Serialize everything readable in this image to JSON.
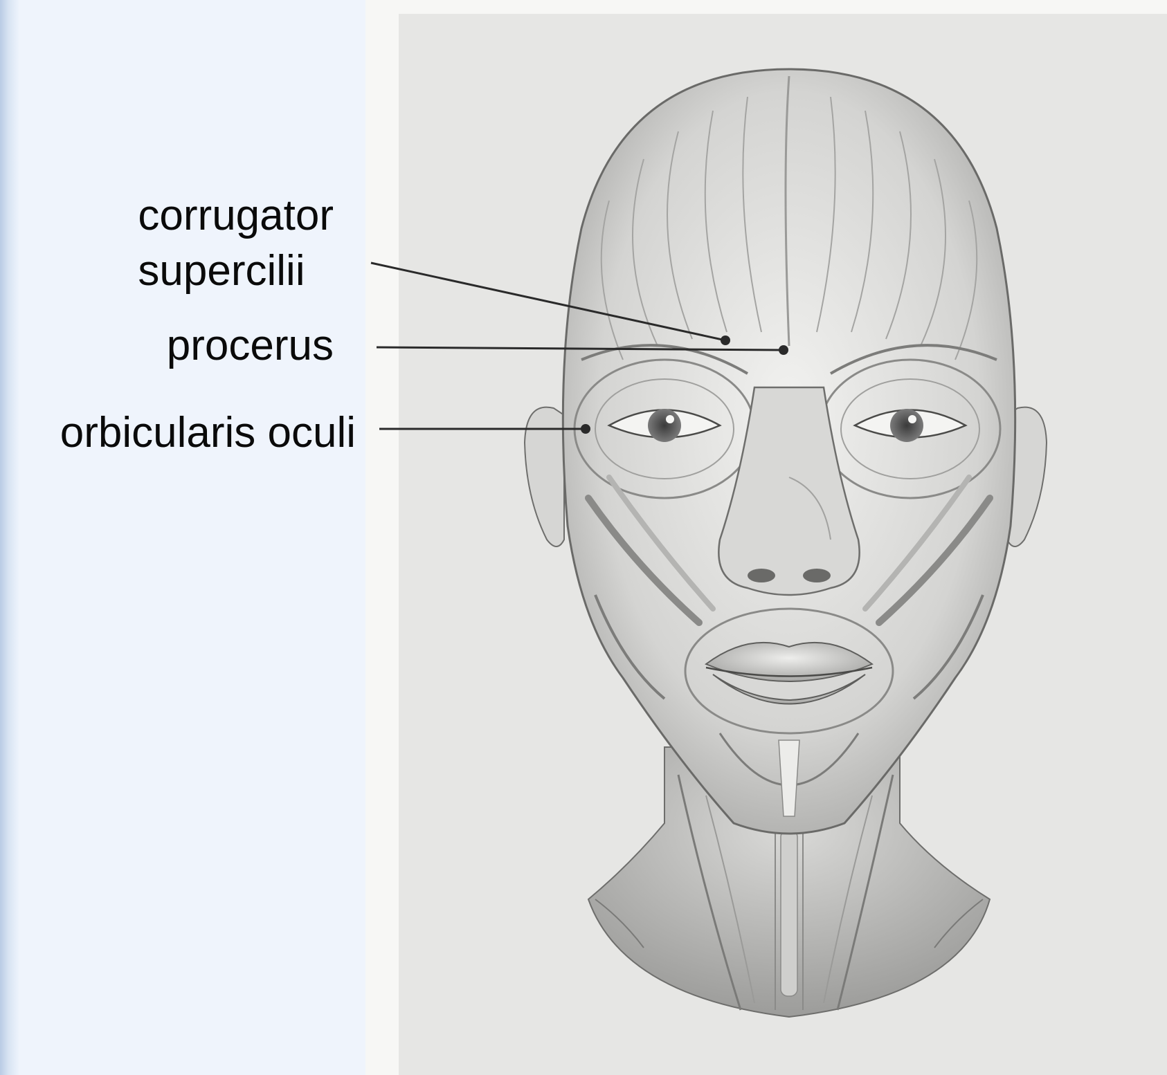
{
  "labels": {
    "corrugator_line1": "corrugator",
    "corrugator_line2": "supercilii",
    "procerus": "procerus",
    "orbicularis": "orbicularis oculi"
  },
  "colors": {
    "panel_background": "#eff4fc",
    "plate_background": "#e6e6e4",
    "drawing_shade": "#8a8a88",
    "leader_line": "#2a2a2a"
  },
  "illustration": {
    "subject": "anterior view of facial muscles",
    "style": "graphite pencil drawing"
  }
}
